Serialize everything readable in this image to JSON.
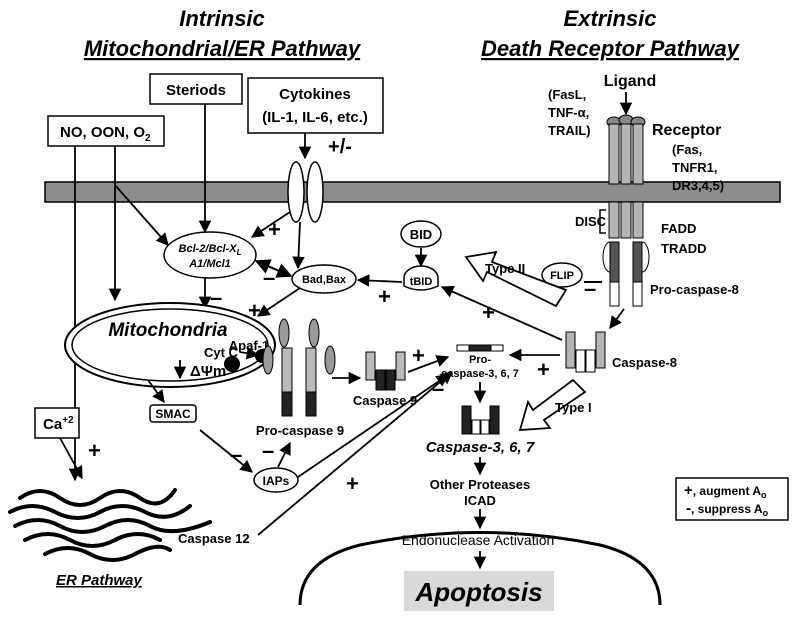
{
  "titles": {
    "intrinsic_line1": "Intrinsic",
    "intrinsic_line2": "Mitochondrial/ER Pathway",
    "extrinsic_line1": "Extrinsic",
    "extrinsic_line2": "Death Receptor Pathway"
  },
  "nodes": {
    "steriods": "Steriods",
    "cytokines_line1": "Cytokines",
    "cytokines_line2": "(IL-1, IL-6, etc.)",
    "no_oon_o2": "NO, OON, O",
    "no_oon_o2_sub": "2",
    "plus_minus": "+/-",
    "ligand": "Ligand",
    "ligand_examples": [
      "(FasL,",
      "TNF-α,",
      "TRAIL)"
    ],
    "receptor": "Receptor",
    "receptor_examples": [
      "(Fas,",
      "TNFR1,",
      "DR3,4,5)"
    ],
    "bcl2_line1_a": "Bcl-2/Bcl-X",
    "bcl2_line1_sub": "L",
    "bcl2_line2": "A1/Mcl1",
    "bad_bax": "Bad,Bax",
    "bid": "BID",
    "tbid": "tBID",
    "flip": "FLIP",
    "disc": "DISC",
    "fadd": "FADD",
    "tradd": "TRADD",
    "pro_caspase8": "Pro-caspase-8",
    "caspase8": "Caspase-8",
    "type2": "Type II",
    "type1": "Type I",
    "mitochondria": "Mitochondria",
    "delta_psi": "ΔΨm",
    "apaf1": "Apaf-1",
    "cytc": "Cyt C",
    "caspase9": "Caspase 9",
    "pro_caspase9": "Pro-caspase 9",
    "smac": "SMAC",
    "iaps": "IAPs",
    "pro_caspase_367_line1": "Pro-",
    "pro_caspase_367_line2": "caspase-3, 6, 7",
    "caspase_367": "Caspase-3, 6, 7",
    "other_proteases": "Other Proteases",
    "icad": "ICAD",
    "endonuclease": "Endonuclease Activation",
    "apoptosis": "Apoptosis",
    "ca2": "Ca",
    "ca2_sup": "+2",
    "er_pathway": "ER Pathway",
    "caspase12": "Caspase 12"
  },
  "signs": {
    "plus": "+",
    "minus": "–"
  },
  "legend": {
    "augment_sign": "+",
    "augment_text": ", augment A",
    "augment_sub": "o",
    "suppress_sign": "-",
    "suppress_text": ", suppress A",
    "suppress_sub": "o"
  },
  "colors": {
    "membrane": "#8c8c8c",
    "receptor_gray": "#b5b5b5",
    "dark_gray": "#555555",
    "apoptosis_bg": "#d9d9d9"
  }
}
